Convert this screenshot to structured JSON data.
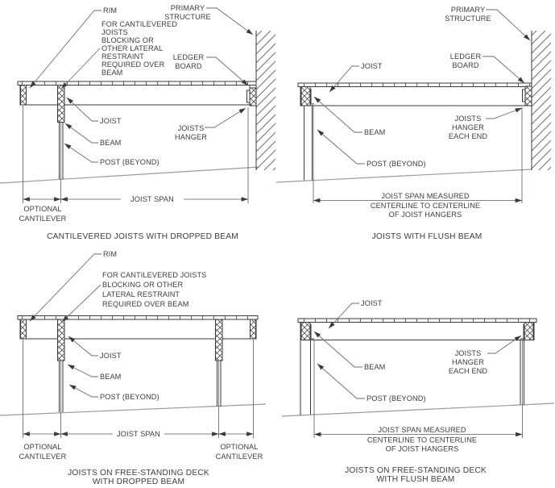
{
  "colors": {
    "background": "#ffffff",
    "line": "#3a3a3a",
    "leader": "#6e6e6e",
    "dimension": "#5a5a5a",
    "grade": "#9b9b9b",
    "text": "#3d3d3d"
  },
  "diagrams": {
    "top_left": {
      "caption": "CANTILEVERED JOISTS WITH DROPPED BEAM",
      "labels": {
        "rim": "RIM",
        "blocking_lines": [
          "FOR CANTILEVERED",
          "JOISTS",
          "BLOCKING OR",
          "OTHER LATERAL",
          "RESTRAINT",
          "REQUIRED OVER",
          "BEAM"
        ],
        "primary_structure_lines": [
          "PRIMARY",
          "STRUCTURE"
        ],
        "ledger_lines": [
          "LEDGER",
          "BOARD"
        ],
        "joist": "JOIST",
        "beam": "BEAM",
        "post": "POST (BEYOND)",
        "joist_hanger_lines": [
          "JOISTS",
          "HANGER"
        ],
        "optional_cantilever_lines": [
          "OPTIONAL",
          "CANTILEVER"
        ],
        "joist_span": "JOIST SPAN"
      }
    },
    "top_right": {
      "caption": "JOISTS WITH FLUSH BEAM",
      "labels": {
        "primary_structure_lines": [
          "PRIMARY",
          "STRUCTURE"
        ],
        "ledger_lines": [
          "LEDGER",
          "BOARD"
        ],
        "joist": "JOIST",
        "beam": "BEAM",
        "post": "POST (BEYOND)",
        "joist_hanger_lines": [
          "JOISTS",
          "HANGER",
          "EACH END"
        ],
        "span_lines": [
          "JOIST SPAN MEASURED",
          "CENTERLINE TO CENTERLINE",
          "OF JOIST HANGERS"
        ]
      }
    },
    "bottom_left": {
      "caption_lines": [
        "JOISTS ON FREE-STANDING DECK",
        "WITH DROPPED BEAM"
      ],
      "labels": {
        "rim": "RIM",
        "blocking_lines": [
          "FOR CANTILEVERED JOISTS",
          "BLOCKING OR OTHER",
          "LATERAL RESTRAINT",
          "REQUIRED OVER BEAM"
        ],
        "joist": "JOIST",
        "beam": "BEAM",
        "post": "POST (BEYOND)",
        "optional_cantilever_lines": [
          "OPTIONAL",
          "CANTILEVER"
        ],
        "joist_span": "JOIST SPAN"
      }
    },
    "bottom_right": {
      "caption_lines": [
        "JOISTS ON FREE-STANDING DECK",
        "WITH FLUSH BEAM"
      ],
      "labels": {
        "joist": "JOIST",
        "beam": "BEAM",
        "post": "POST (BEYOND)",
        "joist_hanger_lines": [
          "JOISTS",
          "HANGER",
          "EACH END"
        ],
        "span_lines": [
          "JOIST SPAN MEASURED",
          "CENTERLINE TO CENTERLINE",
          "OF JOIST HANGERS"
        ]
      }
    }
  }
}
